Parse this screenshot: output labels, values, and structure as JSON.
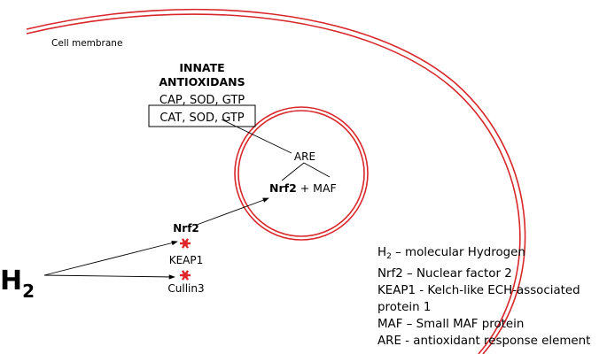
{
  "labels": {
    "cell_membrane": "Cell membrane",
    "innate_line1": "INNATE",
    "innate_line2": "ANTIOXIDANS",
    "cap_sod_gtp": "CAP, SOD, GTP",
    "cat_sod_gtp": "CAT, SOD, GTP",
    "are": "ARE",
    "nrf2_maf_bold": "Nrf2",
    "nrf2_maf_rest": " + MAF",
    "nrf2": "Nrf2",
    "keap1": "KEAP1",
    "cullin3": "Cullin3",
    "h2_main": "H",
    "h2_sub": "2"
  },
  "legend": {
    "h2_main": "H",
    "h2_sub": "2",
    "h2_text": " – molecular Hydrogen",
    "nrf2": "Nrf2 – Nuclear factor 2",
    "keap1": "KEAP1 - Kelch-like ECH-associated protein 1",
    "maf": "MAF – Small MAF protein",
    "are": "ARE - antioxidant response element"
  },
  "colors": {
    "membrane": "#d9262b",
    "block_mark": "#e0262b",
    "text": "#000000"
  }
}
